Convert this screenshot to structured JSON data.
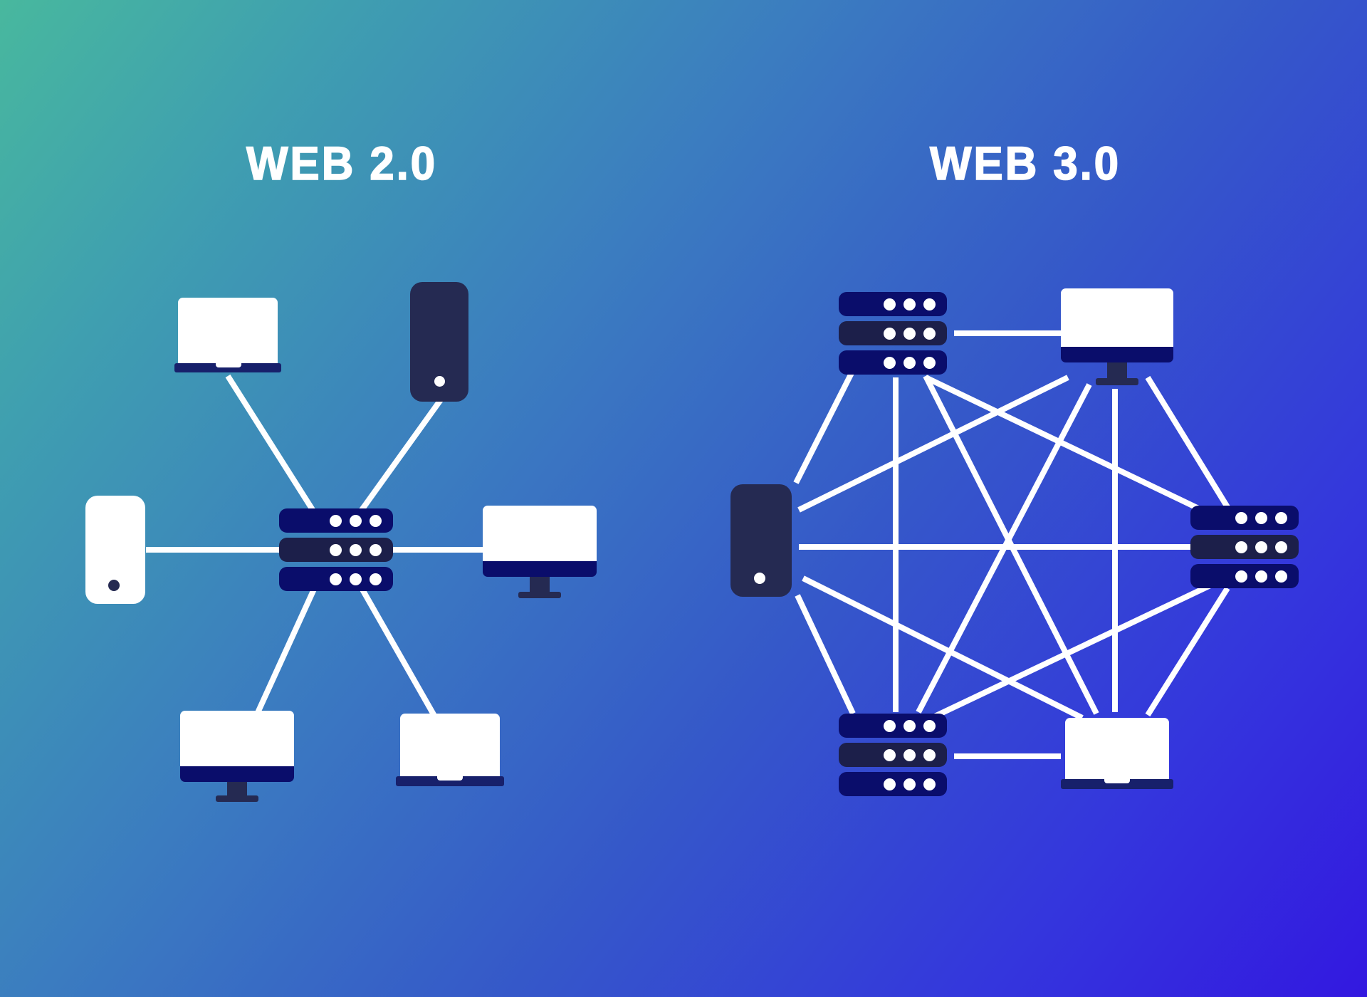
{
  "page": {
    "type": "comparison-diagram",
    "background": {
      "gradient_from": "#48b89e",
      "gradient_mid": "#3b7cc0",
      "gradient_to": "#3318e0",
      "direction": "top-left to bottom-right"
    },
    "palette": {
      "white": "#ffffff",
      "server_outer": "#0a0d6b",
      "server_inner": "#1c1f4a",
      "monitor_base": "#0a0d6b",
      "monitor_stand": "#252a52",
      "laptop_base": "#17206b",
      "phone_dark": "#252a52",
      "link": "#ffffff"
    }
  },
  "panels": [
    {
      "id": "web2",
      "title": "WEB 2.0",
      "topology": "centralized-star",
      "nodes": [
        {
          "id": "w2-laptop-top",
          "icon": "laptop-icon",
          "label": "Laptop",
          "style": "light"
        },
        {
          "id": "w2-phone-top",
          "icon": "phone-icon",
          "label": "Mobile phone",
          "style": "dark"
        },
        {
          "id": "w2-phone-left",
          "icon": "phone-icon",
          "label": "Mobile phone",
          "style": "light"
        },
        {
          "id": "w2-server-center",
          "icon": "server-icon",
          "label": "Central server",
          "style": "dark"
        },
        {
          "id": "w2-monitor-right",
          "icon": "monitor-icon",
          "label": "Desktop monitor",
          "style": "light"
        },
        {
          "id": "w2-monitor-bottom",
          "icon": "monitor-icon",
          "label": "Desktop monitor",
          "style": "light"
        },
        {
          "id": "w2-laptop-bottom",
          "icon": "laptop-icon",
          "label": "Laptop",
          "style": "light"
        }
      ],
      "edges": [
        {
          "from": "w2-laptop-top",
          "to": "w2-server-center"
        },
        {
          "from": "w2-phone-top",
          "to": "w2-server-center"
        },
        {
          "from": "w2-phone-left",
          "to": "w2-server-center"
        },
        {
          "from": "w2-monitor-right",
          "to": "w2-server-center"
        },
        {
          "from": "w2-monitor-bottom",
          "to": "w2-server-center"
        },
        {
          "from": "w2-laptop-bottom",
          "to": "w2-server-center"
        }
      ]
    },
    {
      "id": "web3",
      "title": "WEB 3.0",
      "topology": "decentralized-mesh",
      "nodes": [
        {
          "id": "w3-server-tl",
          "icon": "server-icon",
          "label": "Peer server",
          "style": "dark"
        },
        {
          "id": "w3-monitor-tr",
          "icon": "monitor-icon",
          "label": "Desktop monitor",
          "style": "light"
        },
        {
          "id": "w3-phone-l",
          "icon": "phone-icon",
          "label": "Mobile phone",
          "style": "dark"
        },
        {
          "id": "w3-server-r",
          "icon": "server-icon",
          "label": "Peer server",
          "style": "dark"
        },
        {
          "id": "w3-server-bl",
          "icon": "server-icon",
          "label": "Peer server",
          "style": "dark"
        },
        {
          "id": "w3-laptop-br",
          "icon": "laptop-icon",
          "label": "Laptop",
          "style": "light"
        }
      ],
      "edges": [
        {
          "from": "w3-server-tl",
          "to": "w3-monitor-tr"
        },
        {
          "from": "w3-server-tl",
          "to": "w3-phone-l"
        },
        {
          "from": "w3-server-tl",
          "to": "w3-server-r"
        },
        {
          "from": "w3-server-tl",
          "to": "w3-server-bl"
        },
        {
          "from": "w3-server-tl",
          "to": "w3-laptop-br"
        },
        {
          "from": "w3-monitor-tr",
          "to": "w3-phone-l"
        },
        {
          "from": "w3-monitor-tr",
          "to": "w3-server-r"
        },
        {
          "from": "w3-monitor-tr",
          "to": "w3-server-bl"
        },
        {
          "from": "w3-monitor-tr",
          "to": "w3-laptop-br"
        },
        {
          "from": "w3-phone-l",
          "to": "w3-server-r"
        },
        {
          "from": "w3-phone-l",
          "to": "w3-server-bl"
        },
        {
          "from": "w3-phone-l",
          "to": "w3-laptop-br"
        },
        {
          "from": "w3-server-r",
          "to": "w3-server-bl"
        },
        {
          "from": "w3-server-r",
          "to": "w3-laptop-br"
        },
        {
          "from": "w3-server-bl",
          "to": "w3-laptop-br"
        }
      ]
    }
  ]
}
